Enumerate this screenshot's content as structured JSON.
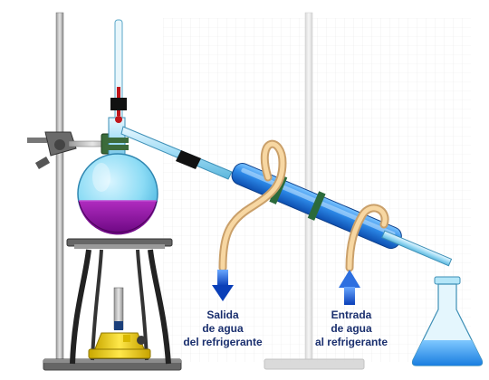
{
  "labels": {
    "outlet": [
      "Salida",
      "de agua",
      "del refrigerante"
    ],
    "inlet": [
      "Entrada",
      "de agua",
      "al refrigerante"
    ]
  },
  "colors": {
    "label_text": "#1a2f6e",
    "flow_arrow": "#1a4fd0",
    "liquid": "#8a0a9c",
    "flask_glass": "#6fd0f0",
    "condenser": "#2f8fe8",
    "water_tube": "#f2c98a",
    "burner": "#f2d21a",
    "erlenmeyer_liquid": "#2e9af0",
    "stand_gray": "#8a8a8a"
  },
  "flow_arrows": [
    {
      "label": "outlet",
      "direction": "down"
    },
    {
      "label": "inlet",
      "direction": "up"
    }
  ],
  "icons": [
    "thermometer-icon",
    "clamp-icon",
    "burner-icon",
    "erlenmeyer-flask-icon"
  ]
}
